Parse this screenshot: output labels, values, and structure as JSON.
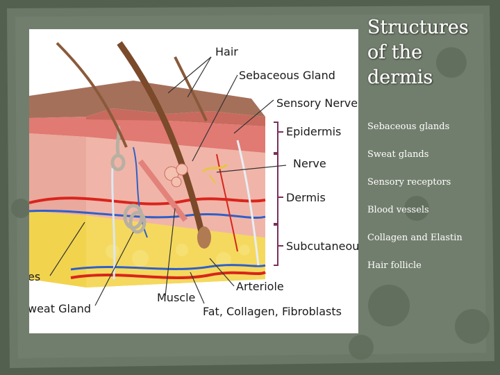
{
  "slide": {
    "title_lines": [
      "Structures",
      "of the",
      "dermis"
    ],
    "bullets": [
      "Sebaceous glands",
      "Sweat glands",
      "Sensory receptors",
      "Blood vessels",
      "Collagen and Elastin",
      "Hair follicle"
    ]
  },
  "figure": {
    "labels": {
      "hair": "Hair",
      "sebaceous_gland": "Sebaceous Gland",
      "sensory_nerve": "Sensory Nerve",
      "epidermis": "Epidermis",
      "nerve": "Nerve",
      "dermis": "Dermis",
      "subcutaneous": "Subcutaneous",
      "arteriole": "Arteriole",
      "muscle": "Muscle",
      "fat_collagen_fibroblasts": "Fat, Collagen, Fibroblasts",
      "sweat_gland": "weat Gland",
      "left_partial": "es"
    }
  },
  "colors": {
    "background": "#5f6b5a",
    "epidermis_top": "#9e6b56",
    "dermis": "#e8a59b",
    "subcutaneous": "#f0d24a",
    "hair": "#8a5a3a",
    "artery": "#d9241c",
    "vein": "#2f5fc8",
    "bracket": "#7a2e5a"
  }
}
